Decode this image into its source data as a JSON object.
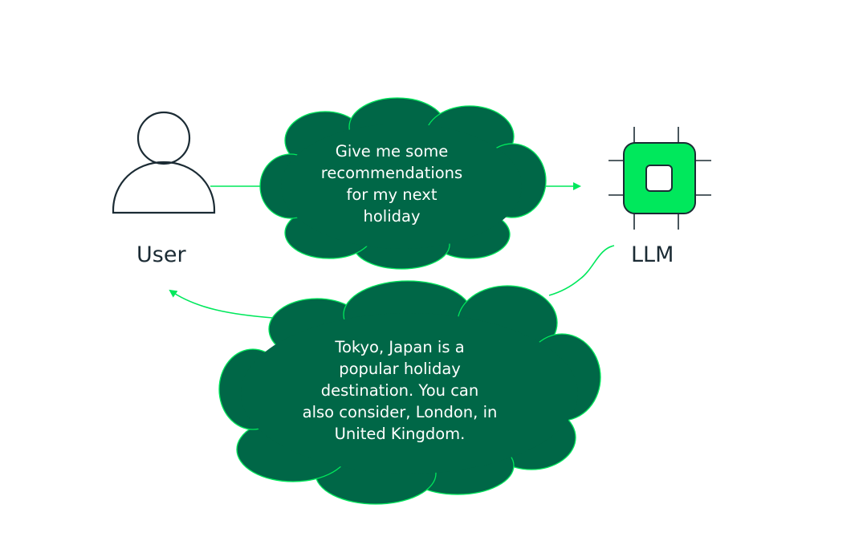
{
  "nodes": {
    "user": {
      "label": "User",
      "icon": "user-icon"
    },
    "llm": {
      "label": "LLM",
      "icon": "chip-icon"
    }
  },
  "messages": {
    "prompt": "Give me some\nrecommendations\nfor my next\nholiday",
    "response": "Tokyo, Japan is a\npopular holiday\ndestination. You can\nalso consider, London, in\nUnited Kingdom."
  },
  "colors": {
    "cloud_fill": "#006747",
    "accent_green": "#00e85c",
    "outline_dark": "#1b2b34"
  }
}
